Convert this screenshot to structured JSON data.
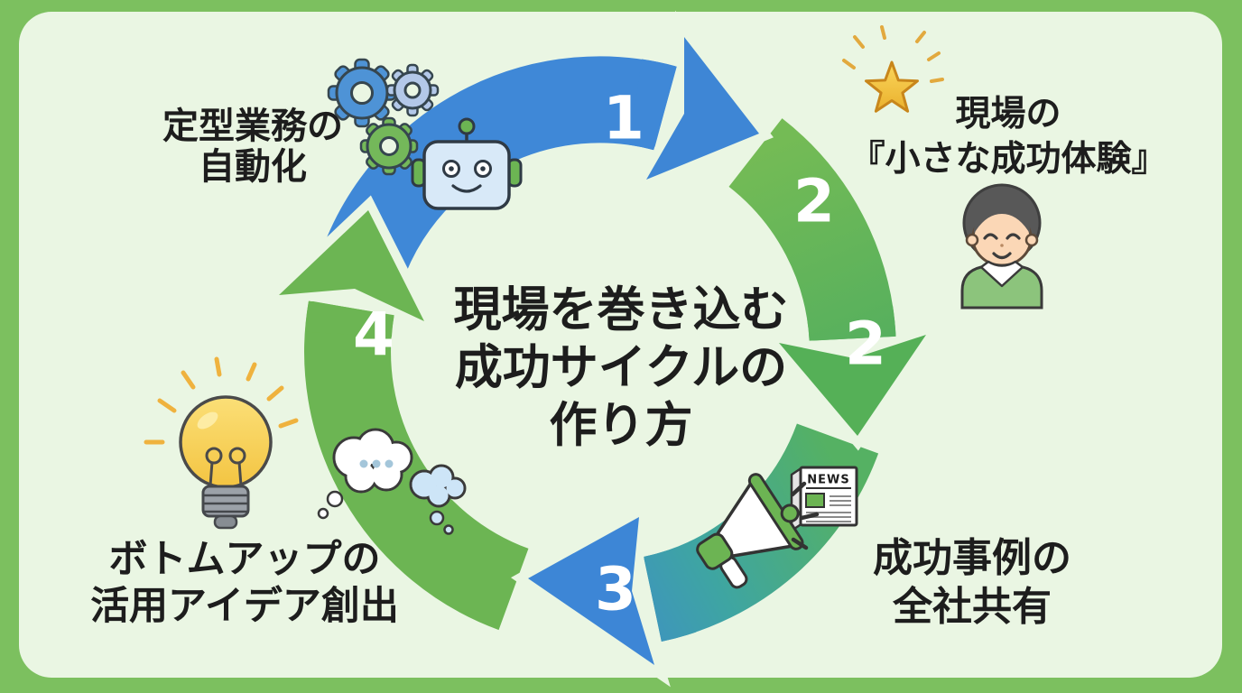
{
  "title": {
    "lines": [
      "現場を巻き込む",
      "成功サイクルの",
      "作り方"
    ]
  },
  "cycle_numbers": [
    "1",
    "2",
    "2",
    "3",
    "4"
  ],
  "steps": [
    {
      "number": "1",
      "label": [
        "定型業務の",
        "自動化"
      ],
      "position": "top-left",
      "arrow_color": "#3f88d7",
      "icons": [
        "gears-icon",
        "robot-icon"
      ]
    },
    {
      "number": "2",
      "label": [
        "現場の",
        "『小さな成功体験』"
      ],
      "position": "top-right",
      "arrow_color": "#66b450",
      "icons": [
        "star-icon",
        "person-icon"
      ]
    },
    {
      "number": "3",
      "label": [
        "成功事例の",
        "全社共有"
      ],
      "position": "bottom-right",
      "arrow_color": "#3d86d6",
      "arrow_gradient": [
        "#55b163",
        "#3ea5a2",
        "#3d86d6"
      ],
      "icons": [
        "megaphone-icon",
        "newspaper-icon"
      ]
    },
    {
      "number": "4",
      "label": [
        "ボトムアップの",
        "活用アイデア創出"
      ],
      "position": "bottom-left",
      "arrow_color": "#6cb553",
      "icons": [
        "lightbulb-icon",
        "thought-bubbles-icon"
      ]
    }
  ],
  "newspaper": {
    "label": "NEWS"
  },
  "colors": {
    "frame": "#7cc05f",
    "panel": "#eaf6e3",
    "text": "#1d1d1d",
    "number": "#ffffff",
    "arrow_blue": "#3f88d7",
    "arrow_green": "#6cb553",
    "arrow_teal": "#3ea5a2",
    "star_gold": "#f5cd4b",
    "bulb_yellow": "#f6ce45",
    "icon_green": "#6cb453",
    "robot_blue": "#d8e9f8",
    "skin": "#fbd7b6",
    "hair_gray": "#585858"
  }
}
